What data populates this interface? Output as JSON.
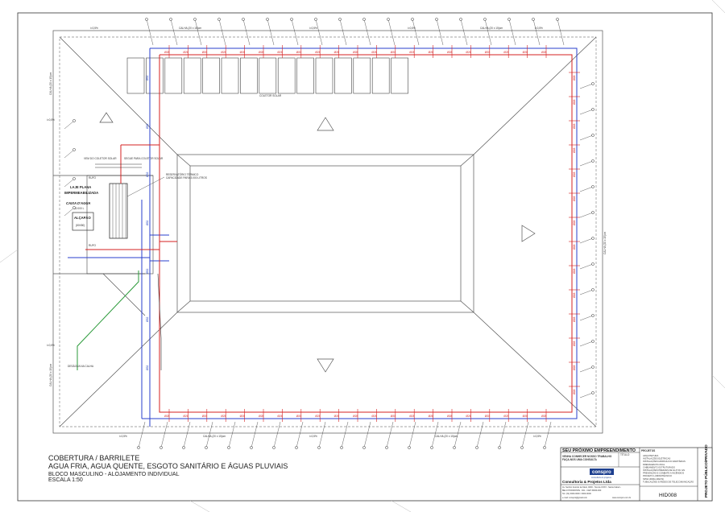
{
  "sheet": {
    "title": "COBERTURA / BARRILETE",
    "subtitle": "AGUA FRIA, AGUA QUENTE, ESGOTO SANITÁRIO E ÁGUAS PLUVIAIS",
    "block": "BLOCO MASCULINO - ALOJAMENTO INDIVIDUAL",
    "scale": "ESCALA 1:50"
  },
  "labels": {
    "solar_collector": "COLETOR SOLAR",
    "slab_line1": "LAJE PLANA",
    "slab_line2": "IMPERMEABILIZADA",
    "water_tank": "CAIXA D'AGUA",
    "water_tank_capacity": "32.000 L",
    "trapdoor": "ALÇAPÃO",
    "trapdoor_size": "(80X80)",
    "thermal_reservoir_line1": "RESERVATÓRIO TÉRMICO",
    "thermal_reservoir_line2": "CAPACIDADE PARA 3.000 LITROS",
    "from_collector": "VEM DO COLETOR SOLAR",
    "to_collector": "SEGUE PARA COLETOR SOLAR",
    "drain": "DESÁGUA NA CALHA",
    "gutter_top": "CALHA (20 x 15)cm",
    "gutter_bottom": "CALHA (20 x 15)cm",
    "gutter_left_top": "CALHA (20 x 15)cm",
    "gutter_left_bottom": "CALHA (20 x 15)cm",
    "gutter_right": "CALHA (20 x 15)cm",
    "slope_label": "i=0,5%",
    "pipe_hot": "Ø28",
    "pipe_cold": "Ø32",
    "rufo": "RUFO"
  },
  "title_block": {
    "project_name": "SEU PRÓXIMO EMPREENDIMENTO",
    "note1": "VENHA CONHECER NOSSO TRABALHO",
    "note2": "FAÇA-NOS UMA CONSULTA",
    "logo": "conspro",
    "logo_tagline": "consultoria & projetos",
    "company": "Consultoria & Projetos Ltda",
    "address1": "Av. Senhor Antonio de Melo, 0000 - Tereza CXXX - Santa Cabeli -",
    "address2": "BELO HORIZONTE - MG - CEP 30000-000",
    "phone": "Tel: (31) 0000-0000 / 0000-0000",
    "email": "e-mail: conspro@gmail.com",
    "website": "www.conspro.com.br",
    "drawing_code": "HID008",
    "vertical_label": "PROJETO PÚBLICO/PRIVADO",
    "field_title": "TÍTULO",
    "field_projects": "PROJETOS",
    "projects_list": [
      "ARQUITETURA",
      "INSTALAÇÕES ELÉTRICAS",
      "INSTALAÇÕES HIDRÁULICO-SANITÁRIAS",
      "DRENAGEM PLUVIAL",
      "CABEAMENTO ESTRUTURADO",
      "INSTALAÇÕES PREDIAIS DE GLP OU GN",
      "PREVENÇÃO E COMBATE A INCÊNDIOS",
      "PROJETO LUMINOTÉCNICO",
      "SPDA (PARA-RAIOS)",
      "TUBULAÇÕES E REDES DE TELECOMUNICAÇÃO"
    ]
  }
}
